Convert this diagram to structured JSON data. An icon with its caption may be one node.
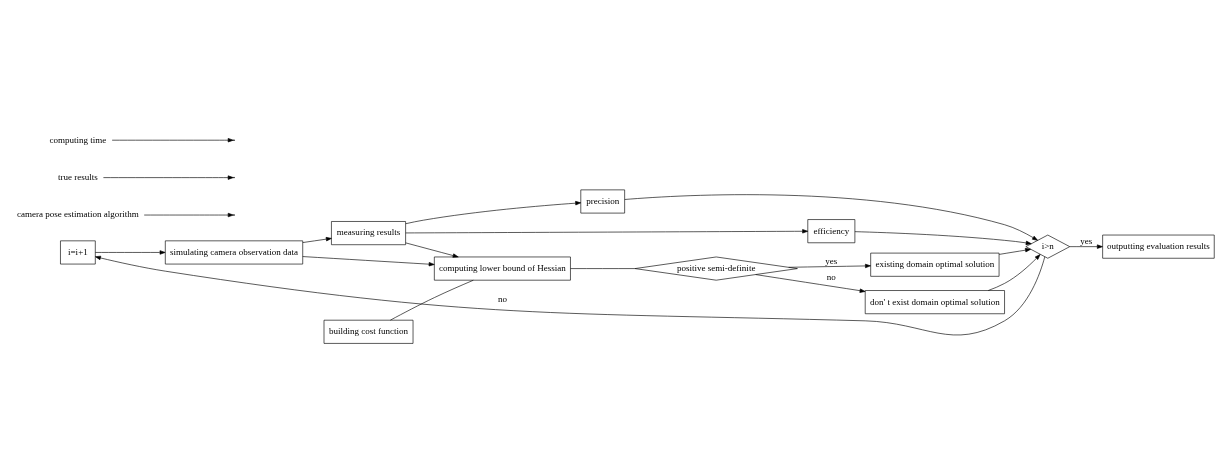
{
  "diagram": {
    "nodes": [
      {
        "text": [
          "i=i+1"
        ]
      },
      {
        "text": [
          "camera pose estimation algorithm"
        ]
      },
      {
        "text": [
          "simulating camera observation data"
        ]
      },
      {
        "text": [
          "measuring results"
        ]
      },
      {
        "text": [
          "true results"
        ]
      },
      {
        "text": [
          "precision"
        ]
      },
      {
        "text": [
          "efficiency"
        ]
      },
      {
        "text": [
          "computing time"
        ]
      },
      {
        "text": [
          "building cost function"
        ]
      },
      {
        "text": [
          "computing lower bound of Hessian"
        ]
      },
      {
        "text": [
          "positive semi-definite"
        ]
      },
      {
        "text": [
          "existing domain optimal solution"
        ]
      },
      {
        "text": [
          "don' t exist domain optimal solution"
        ]
      },
      {
        "text": [
          "i>n"
        ]
      },
      {
        "text": [
          "outputting evaluation results"
        ]
      }
    ],
    "edges": [
      {
        "from": 0,
        "to": 2,
        "arrow": "to"
      },
      {
        "from": 1,
        "to": null,
        "arrow": "to"
      },
      {
        "from": 2,
        "to": 3,
        "arrow": "to"
      },
      {
        "from": 3,
        "to": 5,
        "arrow": "to"
      },
      {
        "from": 3,
        "to": 6,
        "arrow": "to"
      },
      {
        "from": 4,
        "to": null,
        "arrow": "to"
      },
      {
        "from": 7,
        "to": null,
        "arrow": "to"
      },
      {
        "from": 2,
        "to": 9,
        "arrow": "to"
      },
      {
        "from": 3,
        "to": 9,
        "arrow": "to"
      },
      {
        "from": 8,
        "to": 9,
        "arrow": "none"
      },
      {
        "from": 9,
        "to": 10,
        "arrow": "none"
      },
      {
        "from": 10,
        "to": 11,
        "arrow": "to",
        "label": "yes"
      },
      {
        "from": 10,
        "to": 12,
        "arrow": "to",
        "label": "no"
      },
      {
        "from": 5,
        "to": 13,
        "arrow": "to"
      },
      {
        "from": 6,
        "to": 13,
        "arrow": "to"
      },
      {
        "from": 11,
        "to": 13,
        "arrow": "to"
      },
      {
        "from": 12,
        "to": 13,
        "arrow": "to"
      },
      {
        "from": 13,
        "to": 14,
        "arrow": "to",
        "label": "yes"
      },
      {
        "from": 13,
        "to": 0,
        "arrow": "to",
        "label": "no"
      }
    ]
  }
}
